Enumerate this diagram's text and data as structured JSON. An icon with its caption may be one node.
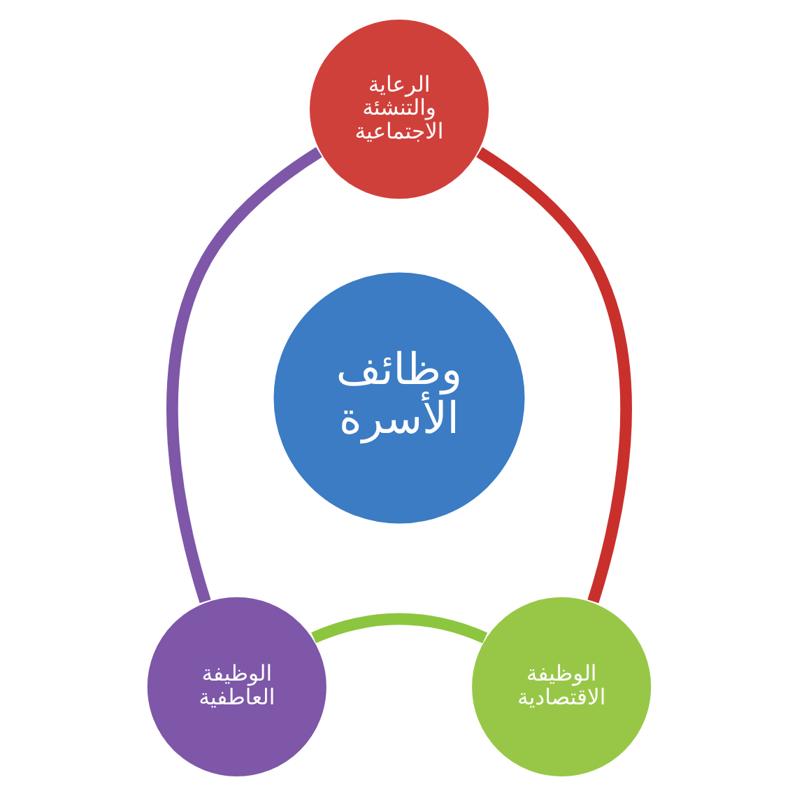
{
  "diagram": {
    "nodes": [
      {
        "text": [
          "الرعاية والتنشئة الاجتماعية"
        ]
      },
      {
        "text": [
          "وظائف الأسرة"
        ]
      },
      {
        "text": [
          "الوظيفة الاقتصادية"
        ]
      },
      {
        "text": [
          "الوظيفة العاطفية"
        ]
      }
    ],
    "edges": [
      {
        "from": 0,
        "to": 2,
        "arrow": "none",
        "color": "#c9302c"
      },
      {
        "from": 2,
        "to": 3,
        "arrow": "none",
        "color": "#8cc63f"
      },
      {
        "from": 3,
        "to": 0,
        "arrow": "none",
        "color": "#7e57a8"
      }
    ]
  }
}
